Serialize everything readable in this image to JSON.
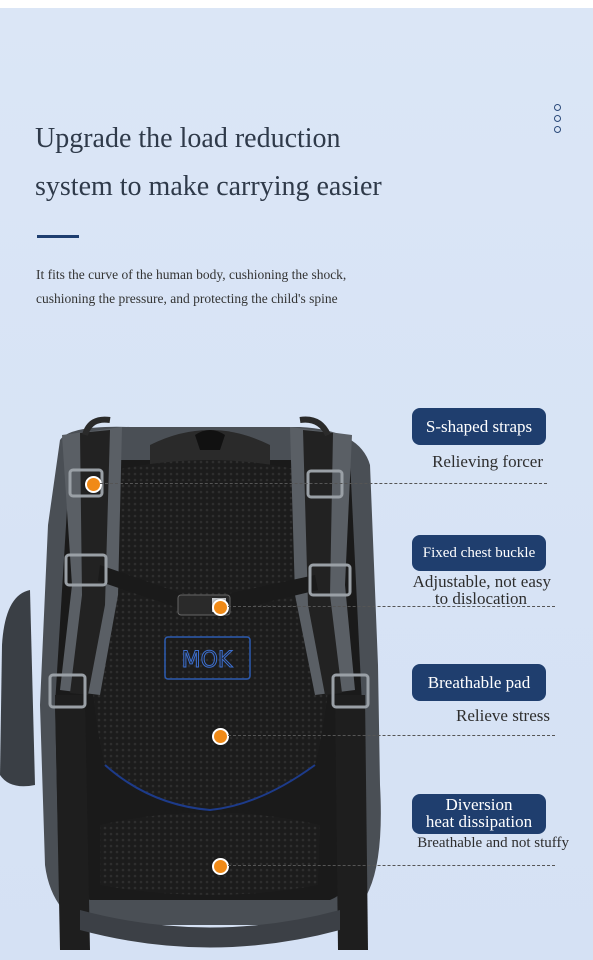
{
  "heading": {
    "line1": "Upgrade the load reduction",
    "line2": "system to make carrying easier"
  },
  "description": {
    "line1": "It fits the curve of the human body, cushioning the shock,",
    "line2": "cushioning the pressure, and protecting the child's spine"
  },
  "brand_logo": "MOK",
  "features": [
    {
      "title": "S-shaped straps",
      "caption": "Relieving forcer"
    },
    {
      "title": "Fixed chest buckle",
      "caption_line1": "Adjustable, not easy",
      "caption_line2": "to dislocation"
    },
    {
      "title": "Breathable pad",
      "caption": "Relieve stress"
    },
    {
      "title_line1": "Diversion",
      "title_line2": "heat dissipation",
      "caption": "Breathable and not stuffy"
    }
  ],
  "colors": {
    "background": "#d9e4f5",
    "accent_navy": "#1f3e6e",
    "marker_orange": "#f08a17"
  },
  "icons": {
    "menu": "vertical-dots-icon",
    "marker": "orange-dot-marker"
  }
}
